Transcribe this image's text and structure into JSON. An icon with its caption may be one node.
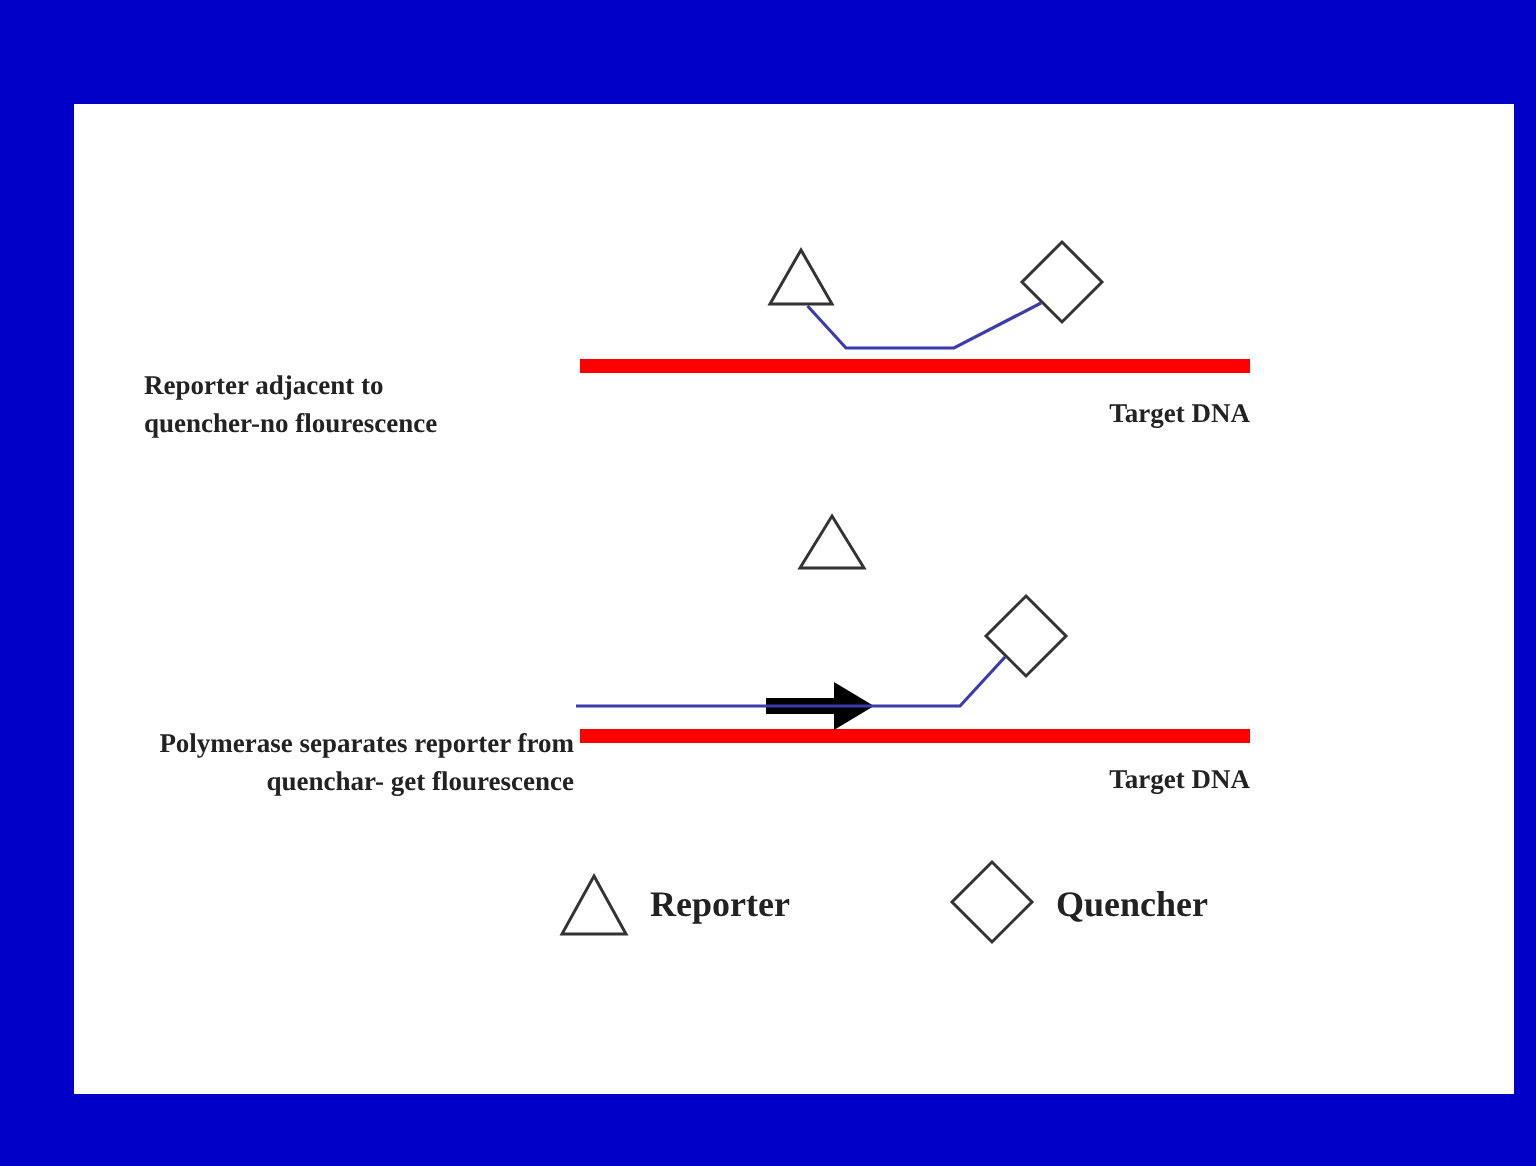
{
  "diagram": {
    "nodes": [
      {
        "text": [],
        "shape": "triangle"
      },
      {
        "text": [],
        "shape": "diamond"
      },
      {
        "text": [],
        "shape": "triangle"
      },
      {
        "text": [],
        "shape": "diamond"
      }
    ],
    "edges": [
      {
        "from": 0,
        "to": 1,
        "arrow": "none",
        "color": "#3b3bb0"
      },
      {
        "from": null,
        "to": 3,
        "arrow": "none",
        "color": "#3b3bb0"
      }
    ],
    "labels": [
      "Reporter adjacent to quencher-no flourescence",
      "Target DNA",
      "Polymerase separates reporter from quenchar- get flourescence",
      "Target DNA"
    ],
    "legend": [
      {
        "text": "Reporter"
      },
      {
        "text": "Quencher"
      }
    ]
  }
}
